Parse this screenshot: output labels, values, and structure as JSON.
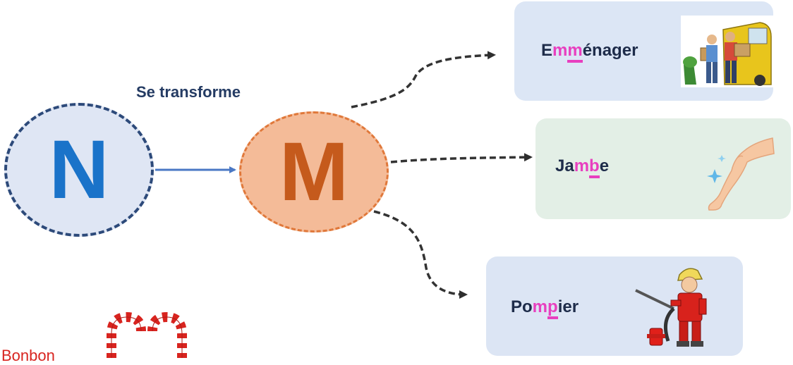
{
  "diagram": {
    "source_letter": "N",
    "target_letter": "M",
    "transform_label": "Se transforme"
  },
  "examples": [
    {
      "id": "emmenager",
      "segments": [
        {
          "text": "E",
          "style": "plain"
        },
        {
          "text": "m",
          "style": "highlight"
        },
        {
          "text": "m",
          "style": "underline"
        },
        {
          "text": "énager",
          "style": "plain"
        }
      ],
      "picture": "movers-carrying-boxes-to-van"
    },
    {
      "id": "jambe",
      "segments": [
        {
          "text": "Ja",
          "style": "plain"
        },
        {
          "text": "m",
          "style": "highlight"
        },
        {
          "text": "b",
          "style": "underline"
        },
        {
          "text": "e",
          "style": "plain"
        }
      ],
      "picture": "leg-illustration"
    },
    {
      "id": "pompier",
      "segments": [
        {
          "text": "Po",
          "style": "plain"
        },
        {
          "text": "m",
          "style": "highlight"
        },
        {
          "text": "p",
          "style": "underline"
        },
        {
          "text": "ier",
          "style": "plain"
        }
      ],
      "picture": "firefighter-with-hose"
    }
  ],
  "extra": {
    "bonbon_label": "Bonbon",
    "picture": "candy-canes"
  },
  "colors": {
    "n_letter": "#1a73c9",
    "m_letter": "#c55a1c",
    "highlight": "#e83fbf",
    "bonbon": "#d8241f"
  }
}
